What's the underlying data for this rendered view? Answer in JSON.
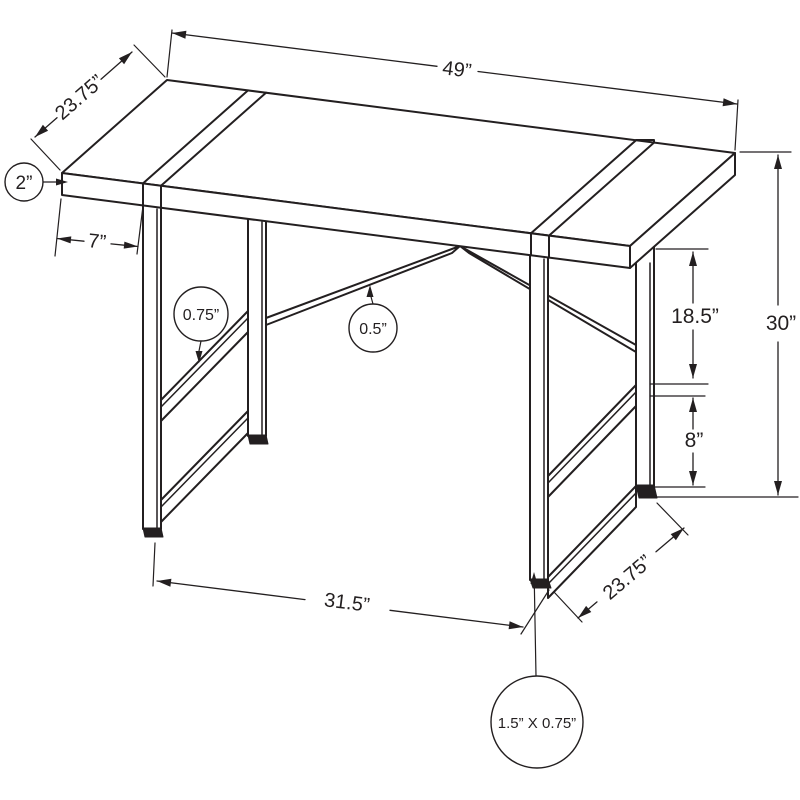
{
  "colors": {
    "line": "#231F20",
    "background": "#FFFFFF"
  },
  "labels": {
    "top_width": "49”",
    "top_depth": "23.75”",
    "top_thickness": "2”",
    "leg_inset": "7”",
    "frame_tube": "0.75”",
    "brace": "0.5”",
    "upper_section": "18.5”",
    "height": "30”",
    "lower_section": "8”",
    "leg_span": "31.5”",
    "leg_depth": "23.75”",
    "foot": "1.5” X 0.75”"
  }
}
